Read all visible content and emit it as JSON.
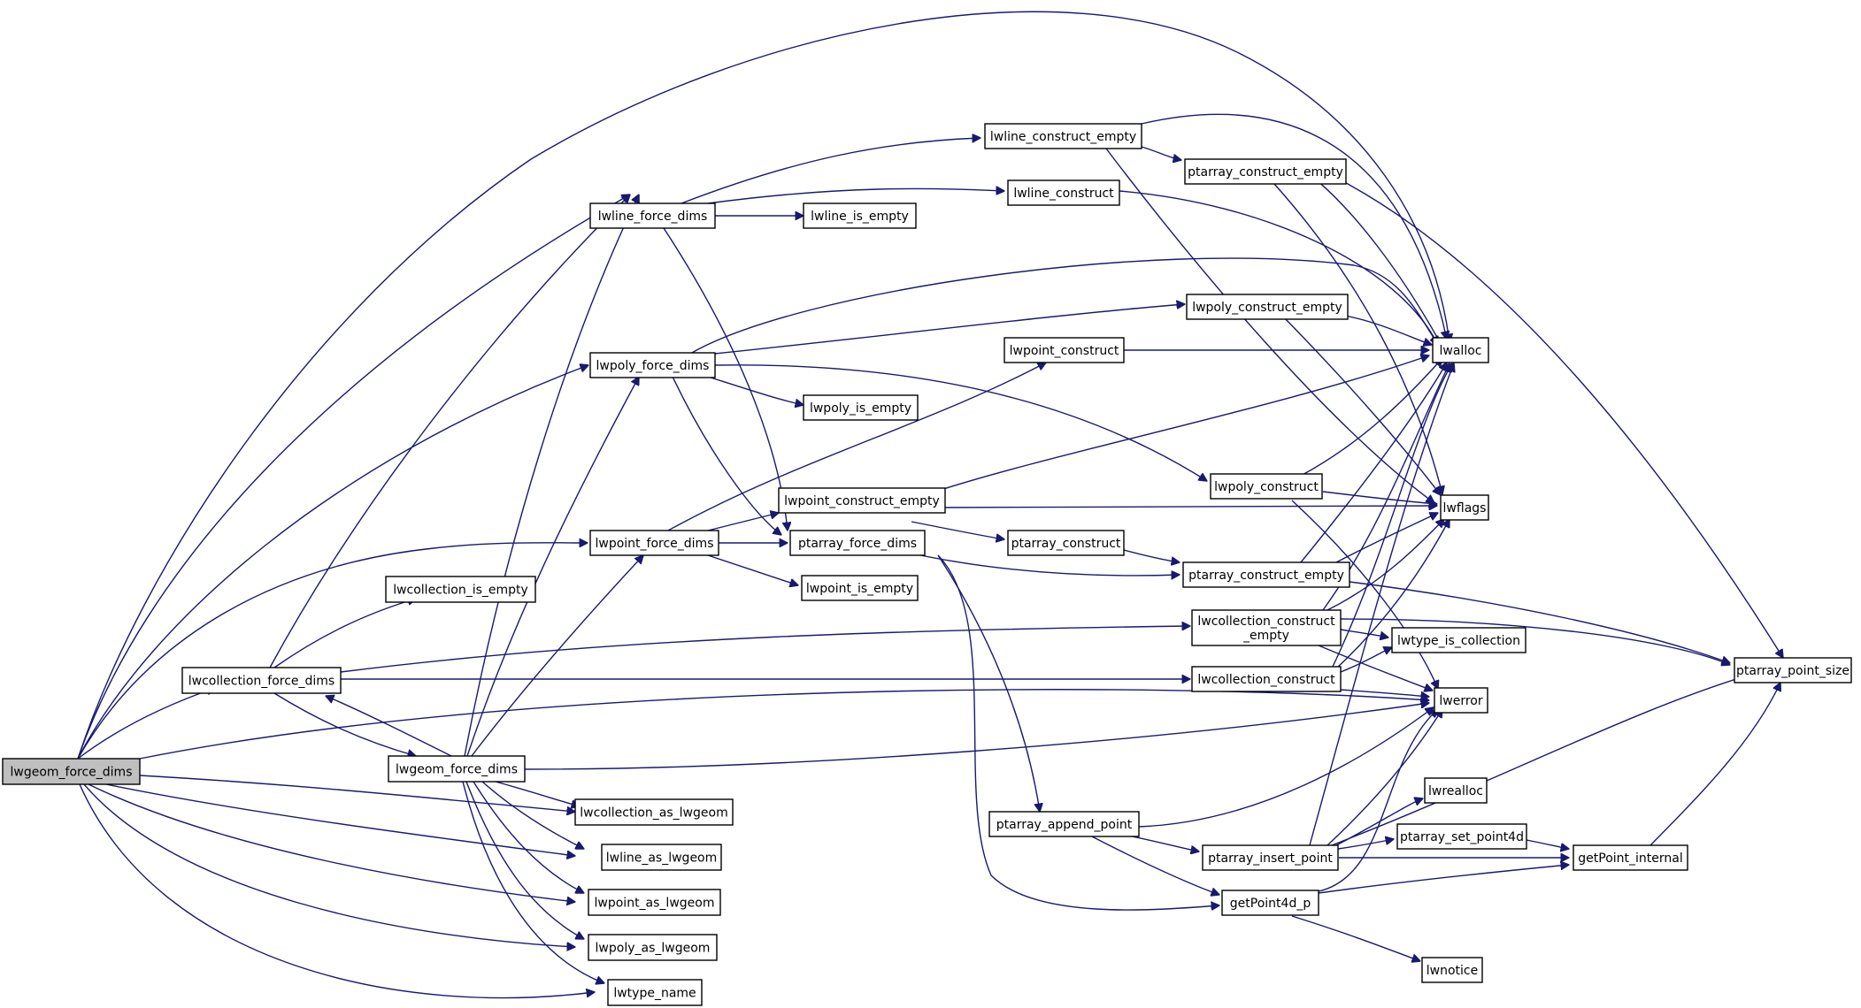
{
  "graph": {
    "nodes": [
      {
        "id": "n0",
        "lines": [
          "lwgeom_force_dims"
        ],
        "root": true
      },
      {
        "id": "n1",
        "lines": [
          "lwcollection_force_dims"
        ]
      },
      {
        "id": "n2",
        "lines": [
          "lwgeom_force_dims"
        ]
      },
      {
        "id": "n3",
        "lines": [
          "lwcollection_is_empty"
        ]
      },
      {
        "id": "n4",
        "lines": [
          "lwline_force_dims"
        ]
      },
      {
        "id": "n5",
        "lines": [
          "lwpoly_force_dims"
        ]
      },
      {
        "id": "n6",
        "lines": [
          "lwpoint_force_dims"
        ]
      },
      {
        "id": "n7",
        "lines": [
          "lwcollection_as_lwgeom"
        ]
      },
      {
        "id": "n8",
        "lines": [
          "lwline_as_lwgeom"
        ]
      },
      {
        "id": "n9",
        "lines": [
          "lwpoint_as_lwgeom"
        ]
      },
      {
        "id": "n10",
        "lines": [
          "lwpoly_as_lwgeom"
        ]
      },
      {
        "id": "n11",
        "lines": [
          "lwtype_name"
        ]
      },
      {
        "id": "n12",
        "lines": [
          "lwline_construct_empty"
        ]
      },
      {
        "id": "n13",
        "lines": [
          "lwline_construct"
        ]
      },
      {
        "id": "n14",
        "lines": [
          "lwline_is_empty"
        ]
      },
      {
        "id": "n15",
        "lines": [
          "lwpoint_construct"
        ]
      },
      {
        "id": "n16",
        "lines": [
          "lwpoly_is_empty"
        ]
      },
      {
        "id": "n17",
        "lines": [
          "lwpoint_construct_empty"
        ]
      },
      {
        "id": "n18",
        "lines": [
          "ptarray_force_dims"
        ]
      },
      {
        "id": "n19",
        "lines": [
          "lwpoint_is_empty"
        ]
      },
      {
        "id": "n20",
        "lines": [
          "ptarray_construct_empty"
        ]
      },
      {
        "id": "n21",
        "lines": [
          "lwpoly_construct_empty"
        ]
      },
      {
        "id": "n22",
        "lines": [
          "lwpoly_construct"
        ]
      },
      {
        "id": "n23",
        "lines": [
          "ptarray_construct"
        ]
      },
      {
        "id": "n24",
        "lines": [
          "ptarray_construct_empty"
        ]
      },
      {
        "id": "n25",
        "lines": [
          "lwcollection_construct",
          "_empty"
        ]
      },
      {
        "id": "n26",
        "lines": [
          "lwcollection_construct"
        ]
      },
      {
        "id": "n27",
        "lines": [
          "ptarray_append_point"
        ]
      },
      {
        "id": "n28",
        "lines": [
          "ptarray_insert_point"
        ]
      },
      {
        "id": "n29",
        "lines": [
          "getPoint4d_p"
        ]
      },
      {
        "id": "n30",
        "lines": [
          "lwalloc"
        ]
      },
      {
        "id": "n31",
        "lines": [
          "lwflags"
        ]
      },
      {
        "id": "n32",
        "lines": [
          "lwtype_is_collection"
        ]
      },
      {
        "id": "n33",
        "lines": [
          "lwerror"
        ]
      },
      {
        "id": "n34",
        "lines": [
          "lwrealloc"
        ]
      },
      {
        "id": "n35",
        "lines": [
          "ptarray_set_point4d"
        ]
      },
      {
        "id": "n36",
        "lines": [
          "lwnotice"
        ]
      },
      {
        "id": "n37",
        "lines": [
          "getPoint_internal"
        ]
      },
      {
        "id": "n38",
        "lines": [
          "ptarray_point_size"
        ]
      }
    ]
  }
}
